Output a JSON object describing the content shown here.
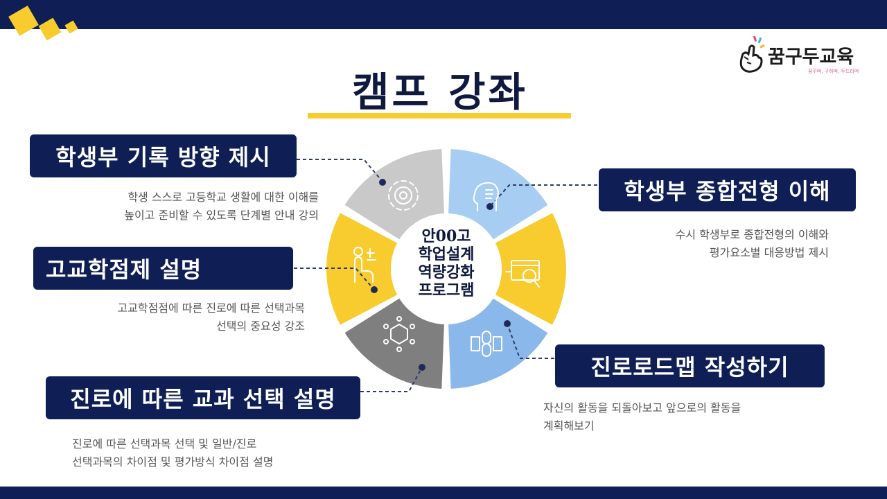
{
  "title": "캠프 강좌",
  "logo": {
    "text": "꿈구두교육",
    "sub": "꿈꾸며, 구하며, 두드리며"
  },
  "center": {
    "lines": [
      "안00고",
      "학업설계",
      "역량강화",
      "프로그램"
    ]
  },
  "items": [
    {
      "label": "학생부 기록 방향 제시",
      "desc": [
        "학생 스스로 고등학교 생활에 대한 이해를",
        "높이고 준비할 수 있도록 단계별 안내 강의"
      ]
    },
    {
      "label": "학생부 종합전형 이해",
      "desc": [
        "수시 학생부로 종합전형의 이해와",
        "평가요소별 대응방법 제시"
      ]
    },
    {
      "label": "고교학점제 설명",
      "desc": [
        "고교학점점에 따른 진로에 따른 선택과목",
        "선택의 중요성 강조"
      ]
    },
    {
      "label": "진로로드맵 작성하기",
      "desc": [
        "자신의 활동을 되돌아보고 앞으로의 활동을",
        "계획해보기"
      ]
    },
    {
      "label": "진로에 따른 교과 선택 설명",
      "desc": [
        "진로에 따른 선택과목 선택 및 일반/진로",
        "선택과목의 차이점 및 평가방식 차이점 설명"
      ]
    }
  ],
  "colors": {
    "navy": "#0f1f55",
    "yellow": "#f8cc2f",
    "lightgray": "#c9c9c9",
    "darkgray": "#7f7f7f",
    "lightblue": "#a7cdf2",
    "blue": "#8bb8ea"
  }
}
